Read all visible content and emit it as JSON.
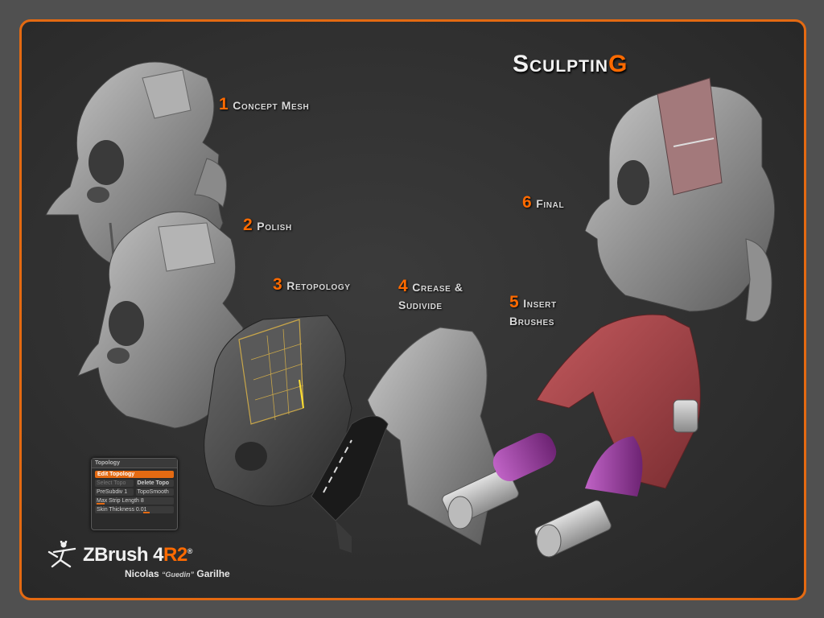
{
  "title": {
    "main": "Sculptin",
    "accent": "G"
  },
  "steps": [
    {
      "num": "1",
      "label": "Concept Mesh",
      "line2": ""
    },
    {
      "num": "2",
      "label": "Polish",
      "line2": ""
    },
    {
      "num": "3",
      "label": "Retopology",
      "line2": ""
    },
    {
      "num": "4",
      "label": "Crease &",
      "line2": "Sudivide"
    },
    {
      "num": "5",
      "label": "Insert",
      "line2": "Brushes"
    },
    {
      "num": "6",
      "label": "Final",
      "line2": ""
    }
  ],
  "topology_panel": {
    "header": "Topology",
    "edit_topology": "Edit Topology",
    "select_topo": "Select Topo",
    "delete_topo": "Delete Topo",
    "presubdiv": "PreSubdiv 1",
    "toposmooth": "TopoSmooth",
    "max_strip_length": "Max Strip Length 8",
    "skin_thickness": "Skin Thickness 0.01"
  },
  "logo": {
    "brand": "ZBrush 4",
    "brand_accent": "R2",
    "registered": "®",
    "author_first": "Nicolas",
    "author_nick": "“Guedin”",
    "author_last": "Garilhe"
  },
  "colors": {
    "accent": "#ff6a00",
    "frame": "#e46a12",
    "sculpt_grey": "#9a9a9a",
    "retopo_dark": "#4a4a4a",
    "brush_red": "#a8454a",
    "brush_purple": "#9a3aa0"
  }
}
